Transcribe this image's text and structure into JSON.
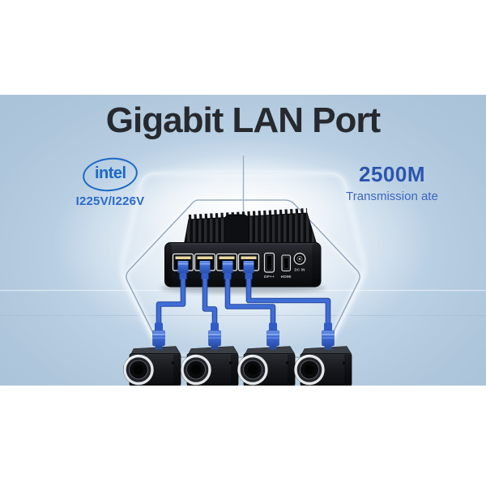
{
  "title": "Gigabit LAN Port",
  "intel_badge": {
    "brand": "intel",
    "models": "I225V/I226V"
  },
  "speed_badge": {
    "value": "2500M",
    "caption": "Transmission ate"
  },
  "device": {
    "lan_port_count": 4,
    "port_labels": {
      "dp": "DP++",
      "hdmi": "HDMI",
      "dc": "DC IN"
    }
  },
  "cameras": {
    "count": 4
  },
  "colors": {
    "band_background": "#b6cce0",
    "title_text": "#26292e",
    "intel_blue": "#1a69c6",
    "speed_value_blue": "#2b55ae",
    "speed_caption_blue": "#3c66c0",
    "cable_blue": "#3e6dd7",
    "device_black": "#121417",
    "port_contact_gold": "#ead9a0"
  }
}
